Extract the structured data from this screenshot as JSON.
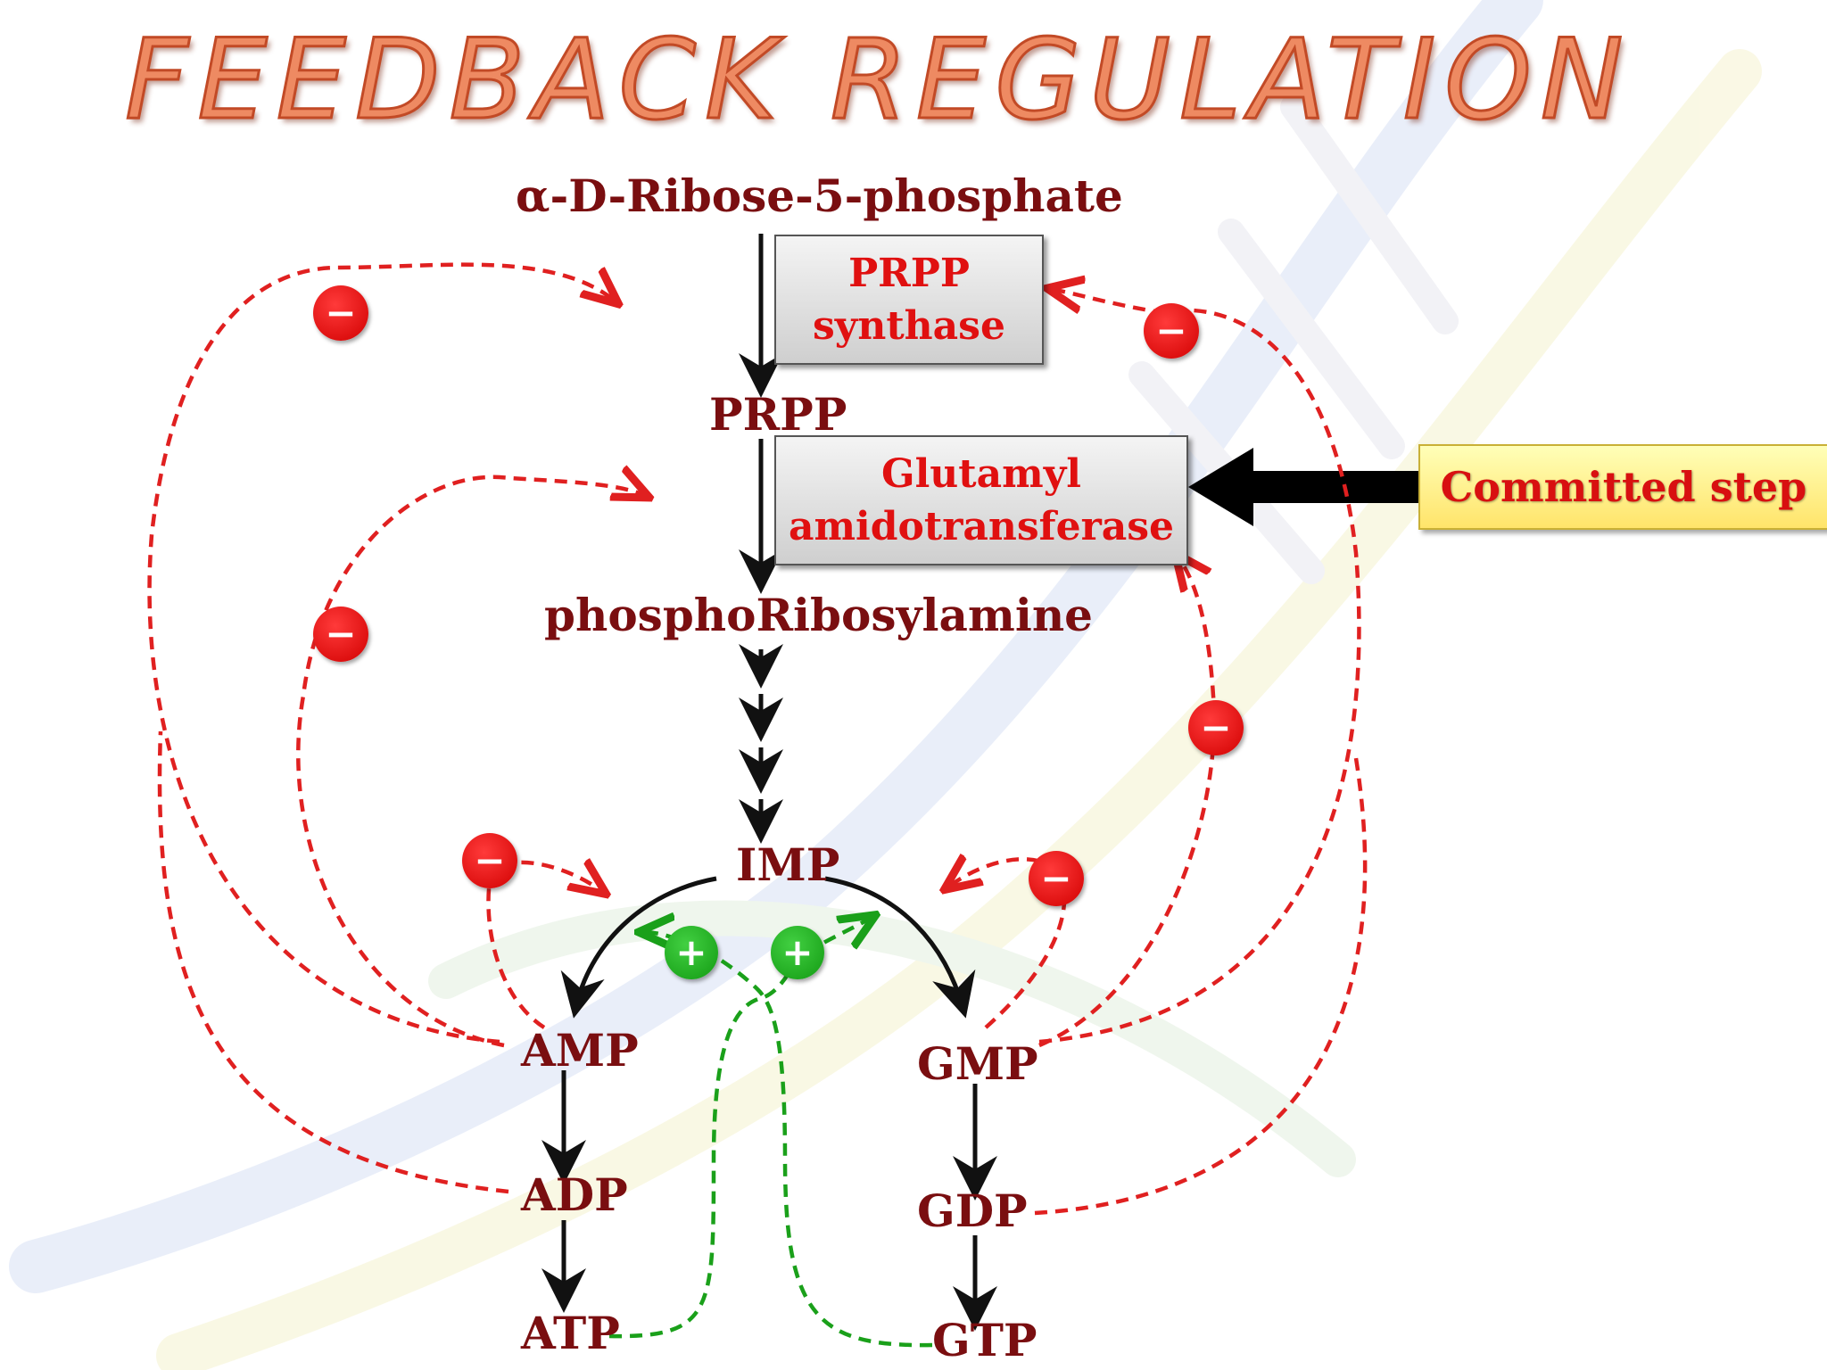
{
  "title": "FEEDBACK REGULATION",
  "nodes": {
    "ribose": "α-D-Ribose-5-phosphate",
    "prpp": "PRPP",
    "pra": "phosphoRibosylamine",
    "imp": "IMP",
    "amp": "AMP",
    "adp": "ADP",
    "atp": "ATP",
    "gmp": "GMP",
    "gdp": "GDP",
    "gtp": "GTP"
  },
  "enzymes": {
    "prpp_synthase": [
      "PRPP",
      "synthase"
    ],
    "glutamyl": [
      "Glutamyl",
      "amidotransferase"
    ]
  },
  "callout": "Committed step",
  "signs": {
    "inhibit": "−",
    "activate": "+"
  },
  "colors": {
    "node_text": "#7a0e10",
    "enzyme_text": "#e01010",
    "inhibition": "#e02020",
    "activation": "#1aa01a",
    "flow": "#111111",
    "title": "#ee8a62"
  }
}
